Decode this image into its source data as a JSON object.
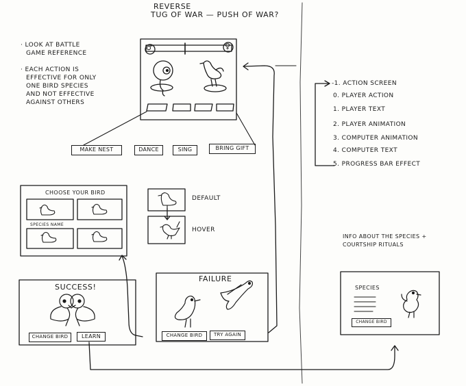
{
  "header": {
    "title": "REVERSE",
    "subtitle": "TUG OF WAR — PUSH OF WAR?"
  },
  "notes": [
    "· LOOK AT BATTLE",
    "GAME REFERENCE",
    "· EACH ACTION IS",
    "EFFECTIVE FOR ONLY",
    "ONE BIRD SPECIES",
    "AND NOT EFFECTIVE",
    "AGAINST OTHERS"
  ],
  "battle": {
    "male_symbol": "♂",
    "female_symbol": "♀"
  },
  "actions": [
    "MAKE NEST",
    "DANCE",
    "SING",
    "BRING GIFT"
  ],
  "sequence": [
    "-1. ACTION SCREEN",
    "0. PLAYER ACTION",
    "1. PLAYER TEXT",
    "2. PLAYER ANIMATION",
    "3. COMPUTER ANIMATION",
    "4. COMPUTER TEXT",
    "5. PROGRESS BAR EFFECT"
  ],
  "choose": {
    "title": "CHOOSE YOUR BIRD",
    "species_name": "SPECIES NAME"
  },
  "states": {
    "default": "DEFAULT",
    "hover": "HOVER"
  },
  "success": {
    "title": "SUCCESS!",
    "change_bird": "CHANGE BIRD",
    "learn": "LEARN"
  },
  "failure": {
    "title": "FAILURE",
    "change_bird": "CHANGE BIRD",
    "try_again": "TRY AGAIN"
  },
  "info": {
    "note_line1": "INFO ABOUT THE SPECIES +",
    "note_line2": "COURTSHIP RITUALS",
    "species": "SPECIES",
    "change_bird": "CHANGE BIRD"
  }
}
